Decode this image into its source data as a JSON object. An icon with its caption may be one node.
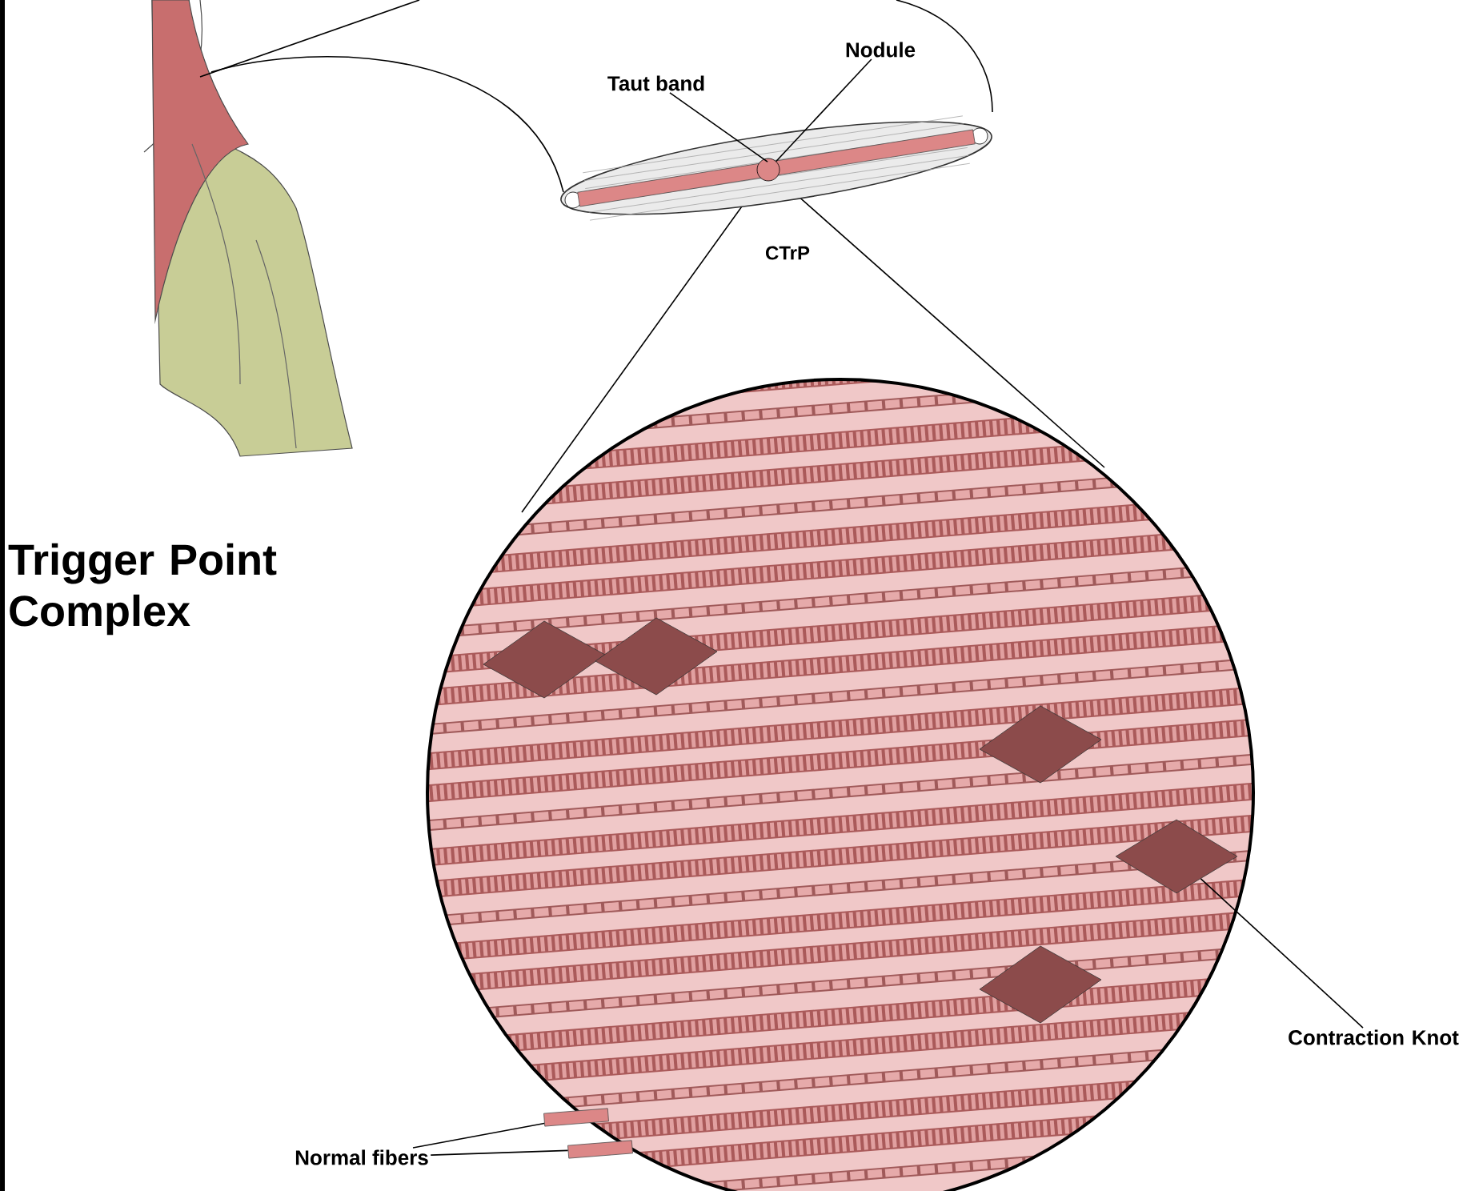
{
  "diagram": {
    "title": "Trigger Point Complex",
    "nodes": [
      {
        "text": [
          "Taut band"
        ]
      },
      {
        "text": [],
        "shape": "bar"
      },
      {
        "text": [
          "Nodule"
        ]
      },
      {
        "text": [],
        "shape": "circle",
        "in": 1
      },
      {
        "text": [
          "Contraction Knot"
        ]
      },
      {
        "text": [],
        "shape": "diamond"
      },
      {
        "text": [
          "Normal fibers"
        ]
      },
      {
        "text": [],
        "shape": "bar"
      },
      {
        "text": [],
        "shape": "bar"
      }
    ],
    "edges": [
      {
        "from": 0,
        "to": 1,
        "arrow": "none"
      },
      {
        "from": 2,
        "to": 3,
        "arrow": "none"
      },
      {
        "from": 4,
        "to": 5,
        "arrow": "none"
      },
      {
        "from": 6,
        "to": 7,
        "arrow": "none"
      },
      {
        "from": 6,
        "to": 8,
        "arrow": "none"
      }
    ],
    "labels": [
      "CTrP"
    ]
  }
}
